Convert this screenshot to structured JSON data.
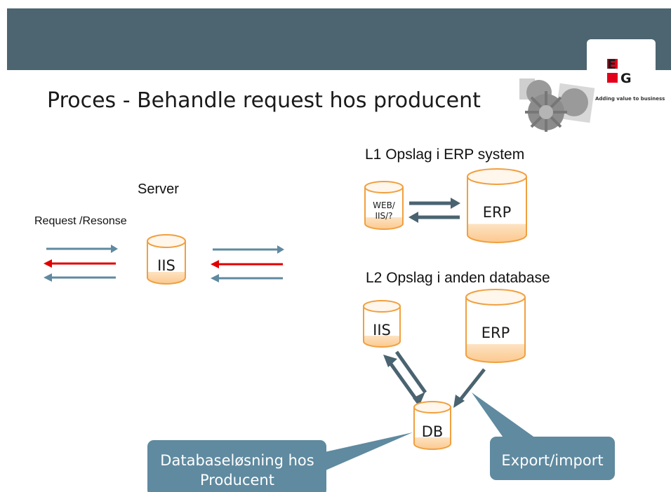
{
  "slide": {
    "title": "Proces - Behandle request hos producent",
    "logo": {
      "letters_top": "E",
      "letters_bottom": "G",
      "tagline": "Adding value to business",
      "brand_red": "#e3001b",
      "brand_dark": "#1a1a1a"
    },
    "header_color": "#4c6570"
  },
  "labels": {
    "server": "Server",
    "request_response": "Request /Resonse",
    "l1": "L1 Opslag i ERP system",
    "l2": "L2 Opslag i anden database"
  },
  "nodes": {
    "iis_center": "IIS",
    "web_iis_line1": "WEB/",
    "web_iis_line2": "IIS/?",
    "erp_l1": "ERP",
    "iis_l2": "IIS",
    "erp_l2": "ERP",
    "db": "DB"
  },
  "callouts": {
    "database_line1": "Databaseløsning hos",
    "database_line2": "Producent",
    "export_import": "Export/import"
  },
  "colors": {
    "cylinder_stroke": "#f0a040",
    "cylinder_fill": "#fff3e4",
    "arrow_steel": "#5f8aa0",
    "arrow_red": "#e00000",
    "arrow_dark": "#4a6370",
    "callout_fill": "#5f8aa0"
  },
  "icons": [
    "gears-icon"
  ]
}
